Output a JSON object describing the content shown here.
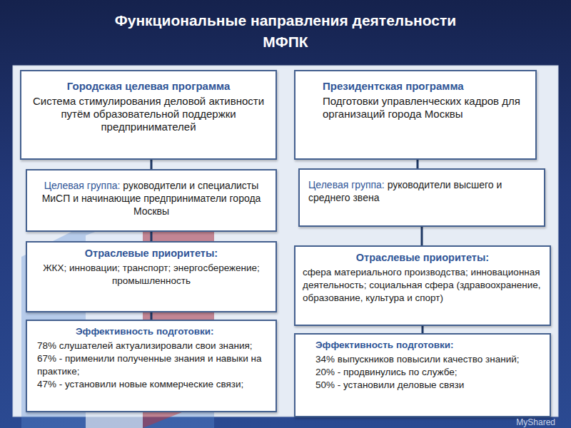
{
  "diagram": {
    "title": "Функциональные направления деятельности МФПК",
    "nodes": [
      {
        "text": [
          "Городская целевая программа",
          "Система стимулирования деловой активности путём образовательной поддержки предпринимателей"
        ]
      },
      {
        "text": [
          "Президентская программа",
          "Подготовки управленческих кадров для организаций города Москвы"
        ]
      },
      {
        "text": [
          "Целевая группа:",
          "руководители и специалисты МиСП и начинающие предприниматели города Москвы"
        ]
      },
      {
        "text": [
          "Целевая группа:",
          "руководители высшего и среднего звена"
        ]
      },
      {
        "text": [
          "Отраслевые приоритеты:",
          "ЖКХ; инновации; транспорт; энергосбережение; промышленность"
        ]
      },
      {
        "text": [
          "Отраслевые приоритеты:",
          "сфера материального производства; инновационная деятельность; социальная сфера (здравоохранение, образование, культура и спорт)"
        ]
      },
      {
        "text": [
          "Эффективность подготовки:",
          "78% слушателей актуализировали свои знания;",
          "67% - применили полученные знания и навыки на практике;",
          "47% - установили новые коммерческие связи;"
        ]
      },
      {
        "text": [
          "Эффективность подготовки:",
          "34% выпускников повысили качество знаний;",
          "20% - продвинулись по службе;",
          "50% - установили деловые связи"
        ]
      }
    ],
    "edges": [
      {
        "from": 0,
        "to": 2,
        "arrow": "none"
      },
      {
        "from": 2,
        "to": 4,
        "arrow": "none"
      },
      {
        "from": 4,
        "to": 6,
        "arrow": "none"
      },
      {
        "from": 1,
        "to": 3,
        "arrow": "none"
      },
      {
        "from": 3,
        "to": 5,
        "arrow": "none"
      },
      {
        "from": 5,
        "to": 7,
        "arrow": "none"
      }
    ],
    "labels": [
      "MyShared"
    ]
  }
}
